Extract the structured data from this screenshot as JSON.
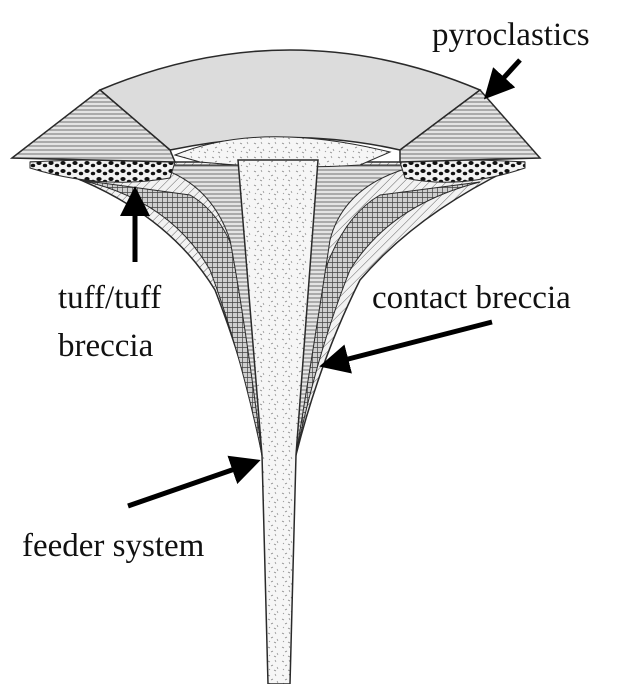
{
  "labels": {
    "pyroclastics": "pyroclastics",
    "tuff_line1": "tuff/tuff",
    "tuff_line2": "breccia",
    "contact_breccia": "contact breccia",
    "feeder_system": "feeder system"
  },
  "colors": {
    "outline": "#2a2a2a",
    "crater_fill": "#dcdcdc",
    "rim_fill": "#d0d0d0",
    "stipple_fill": "#f4f4f4",
    "text": "#111111",
    "arrow": "#000000"
  }
}
